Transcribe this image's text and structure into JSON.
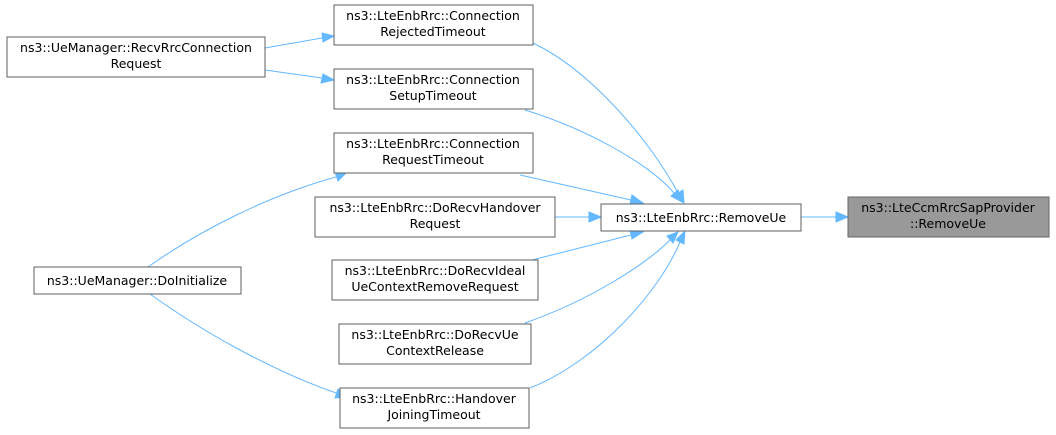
{
  "nodes": {
    "recv_rrc_conn_req": {
      "line1": "ns3::UeManager::RecvRrcConnection",
      "line2": "Request"
    },
    "do_initialize": {
      "line1": "ns3::UeManager::DoInitialize"
    },
    "conn_rejected_timeout": {
      "line1": "ns3::LteEnbRrc::Connection",
      "line2": "RejectedTimeout"
    },
    "conn_setup_timeout": {
      "line1": "ns3::LteEnbRrc::Connection",
      "line2": "SetupTimeout"
    },
    "conn_request_timeout": {
      "line1": "ns3::LteEnbRrc::Connection",
      "line2": "RequestTimeout"
    },
    "do_recv_handover_request": {
      "line1": "ns3::LteEnbRrc::DoRecvHandover",
      "line2": "Request"
    },
    "do_recv_ideal_ue_ctx_remove": {
      "line1": "ns3::LteEnbRrc::DoRecvIdeal",
      "line2": "UeContextRemoveRequest"
    },
    "do_recv_ue_ctx_release": {
      "line1": "ns3::LteEnbRrc::DoRecvUe",
      "line2": "ContextRelease"
    },
    "handover_joining_timeout": {
      "line1": "ns3::LteEnbRrc::Handover",
      "line2": "JoiningTimeout"
    },
    "remove_ue": {
      "line1": "ns3::LteEnbRrc::RemoveUe"
    },
    "ccm_remove_ue": {
      "line1": "ns3::LteCcmRrcSapProvider",
      "line2": "::RemoveUe"
    }
  },
  "colors": {
    "edge": "#63b8ff",
    "highlight_fill": "#999999",
    "node_border": "#5f5f5f"
  }
}
